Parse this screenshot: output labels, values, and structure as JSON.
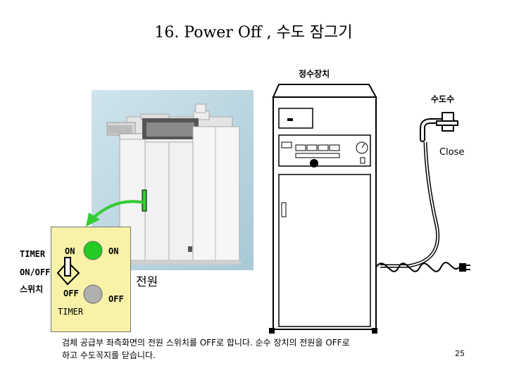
{
  "title": "16. Power Off , 수도 잠그기",
  "labels": {
    "purifier": "정수장치",
    "tap": "수도수",
    "close": "Close",
    "power": "전원",
    "timer_row": "TIMER",
    "onoff_row": "ON/OFF",
    "switch_row": "스위치",
    "on_left": "ON",
    "on_right": "ON",
    "off_left": "OFF",
    "off_right": "OFF",
    "timer_bottom": "TIMER"
  },
  "indicators": {
    "on_lamp_color": "#22cc22",
    "off_lamp_color": "#b0b0b0"
  },
  "colors": {
    "panel_bg": "#f7f2a8",
    "arrow": "#33cc33"
  },
  "footer": {
    "line1": "검체 공급부 좌측화면의 전원 스위치를 OFF로 합니다. 순수 장치의 전원을 OFF로",
    "line2": "하고 수도꼭지를 닫습니다."
  },
  "page_number": "25"
}
